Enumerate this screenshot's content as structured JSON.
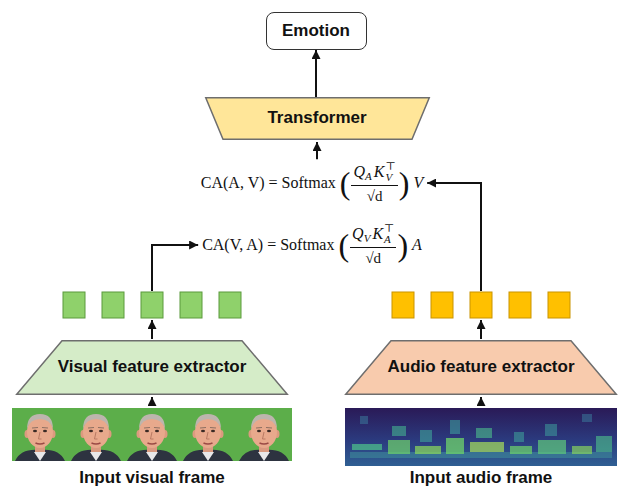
{
  "diagram": {
    "nodes": [
      {
        "text": [
          "Emotion"
        ]
      },
      {
        "text": [
          "Transformer"
        ]
      },
      {
        "text": [
          "Visual feature extractor"
        ]
      },
      {
        "text": [
          "Audio feature extractor"
        ]
      }
    ],
    "edges": [
      {
        "from": 1,
        "to": 0,
        "arrow": "to"
      }
    ],
    "labels": [
      "CA(A, V) = Softmax",
      "(",
      "Q",
      "A",
      "K",
      "V",
      "⊤",
      "√d",
      ")",
      "V",
      "CA(V, A) = Softmax",
      "(",
      "Q",
      "V",
      "K",
      "A",
      "⊤",
      "√d",
      ")",
      "A",
      "Input visual frame",
      "Input audio frame"
    ]
  }
}
